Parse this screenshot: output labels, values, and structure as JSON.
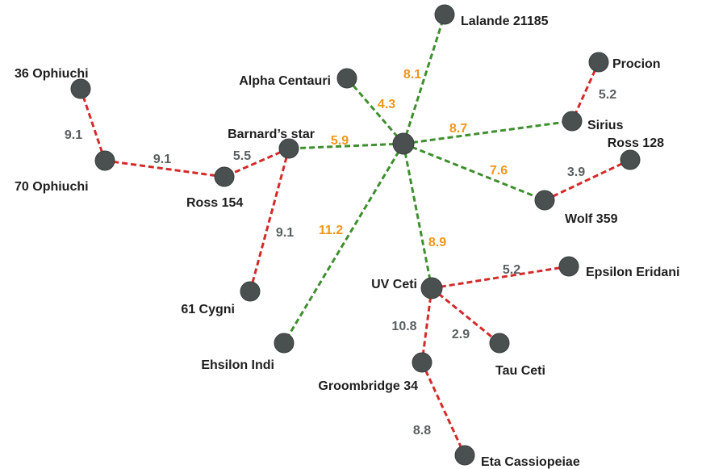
{
  "colors": {
    "green_edge": "#3f8f2f",
    "red_edge": "#d42a2a",
    "orange_text": "#f0961e",
    "gray_text": "#5a5f60",
    "node_fill": "#4a4f50"
  },
  "stars": [
    {
      "id": "sun",
      "label": ""
    },
    {
      "id": "lalande",
      "label": "Lalande 21185"
    },
    {
      "id": "alpha_centauri",
      "label": "Alpha Centauri"
    },
    {
      "id": "procion",
      "label": "Procion"
    },
    {
      "id": "sirius",
      "label": "Sirius"
    },
    {
      "id": "ross128",
      "label": "Ross 128"
    },
    {
      "id": "wolf359",
      "label": "Wolf 359"
    },
    {
      "id": "barnard",
      "label": "Barnard’s star"
    },
    {
      "id": "ross154",
      "label": "Ross 154"
    },
    {
      "id": "oph70",
      "label": "70 Ophiuchi"
    },
    {
      "id": "oph36",
      "label": "36 Ophiuchi"
    },
    {
      "id": "cygni61",
      "label": "61 Cygni"
    },
    {
      "id": "indi",
      "label": "Ehsilon Indi"
    },
    {
      "id": "uvceti",
      "label": "UV Ceti"
    },
    {
      "id": "eridani",
      "label": "Epsilon Eridani"
    },
    {
      "id": "tauceti",
      "label": "Tau Ceti"
    },
    {
      "id": "groombridge",
      "label": "Groombridge 34"
    },
    {
      "id": "cassiopeiae",
      "label": "Eta Cassiopeiae"
    }
  ],
  "links": [
    {
      "from": "sun",
      "to": "lalande",
      "distance": "8.1",
      "kind": "green"
    },
    {
      "from": "sun",
      "to": "alpha_centauri",
      "distance": "4.3",
      "kind": "green"
    },
    {
      "from": "sun",
      "to": "sirius",
      "distance": "8.7",
      "kind": "green"
    },
    {
      "from": "sun",
      "to": "wolf359",
      "distance": "7.6",
      "kind": "green"
    },
    {
      "from": "sun",
      "to": "barnard",
      "distance": "5.9",
      "kind": "green"
    },
    {
      "from": "sun",
      "to": "indi",
      "distance": "11.2",
      "kind": "green"
    },
    {
      "from": "sun",
      "to": "uvceti",
      "distance": "8.9",
      "kind": "green"
    },
    {
      "from": "procion",
      "to": "sirius",
      "distance": "5.2",
      "kind": "red"
    },
    {
      "from": "ross128",
      "to": "wolf359",
      "distance": "3.9",
      "kind": "red"
    },
    {
      "from": "barnard",
      "to": "ross154",
      "distance": "5.5",
      "kind": "red"
    },
    {
      "from": "ross154",
      "to": "oph70",
      "distance": "9.1",
      "kind": "red"
    },
    {
      "from": "oph70",
      "to": "oph36",
      "distance": "9.1",
      "kind": "red"
    },
    {
      "from": "barnard",
      "to": "cygni61",
      "distance": "9.1",
      "kind": "red"
    },
    {
      "from": "uvceti",
      "to": "eridani",
      "distance": "5.2",
      "kind": "red"
    },
    {
      "from": "uvceti",
      "to": "tauceti",
      "distance": "2.9",
      "kind": "red"
    },
    {
      "from": "uvceti",
      "to": "groombridge",
      "distance": "10.8",
      "kind": "red"
    },
    {
      "from": "groombridge",
      "to": "cassiopeiae",
      "distance": "8.8",
      "kind": "red"
    }
  ]
}
